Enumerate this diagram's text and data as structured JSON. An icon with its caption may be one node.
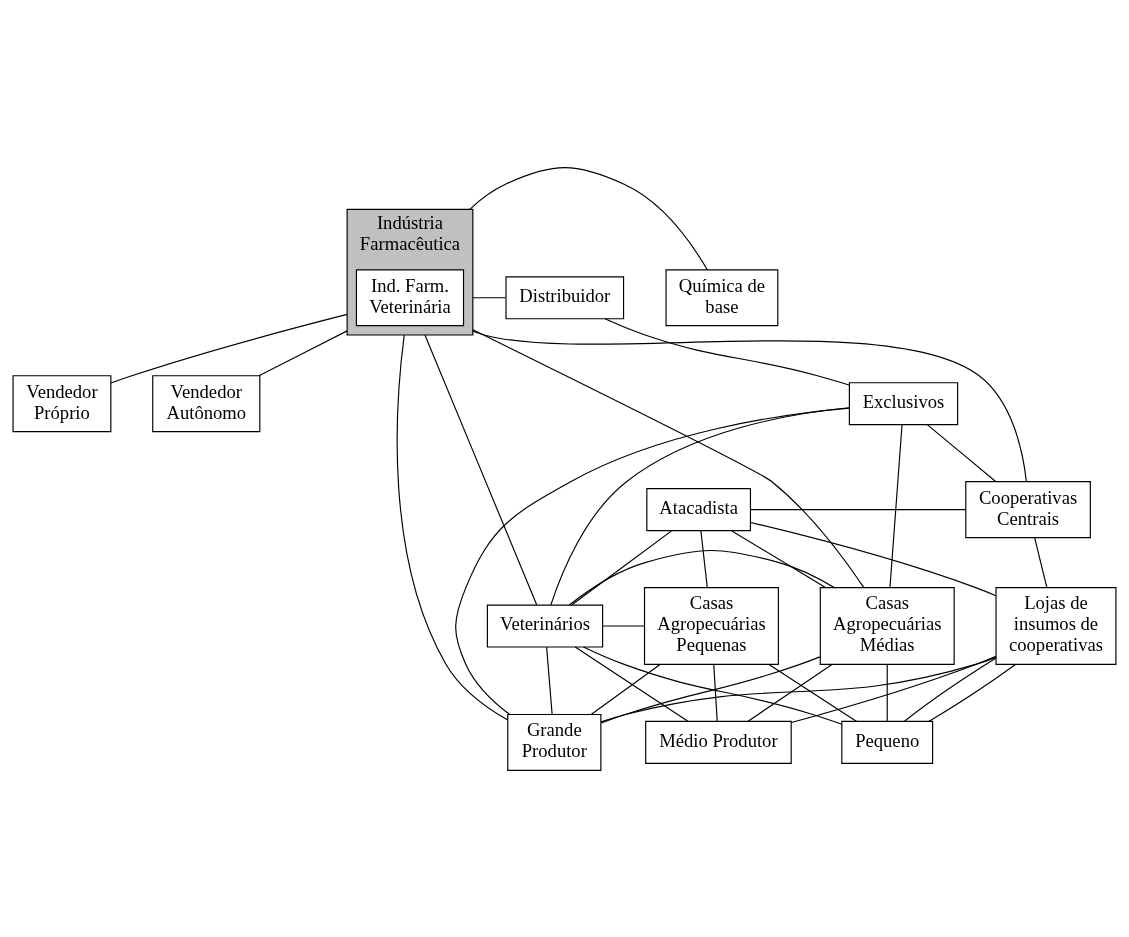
{
  "diagram": {
    "nodes": [
      {
        "text": [
          "Indústria Farmacêutica"
        ]
      },
      {
        "text": [
          "Ind. Farm. Veterinária"
        ],
        "in": 0
      },
      {
        "text": [
          "Química de base"
        ]
      },
      {
        "text": [
          "Distribuidor"
        ]
      },
      {
        "text": [
          "Exclusivos"
        ]
      },
      {
        "text": [
          "Vendedor Próprio"
        ]
      },
      {
        "text": [
          "Vendedor Autônomo"
        ]
      },
      {
        "text": [
          "Atacadista"
        ]
      },
      {
        "text": [
          "Cooperativas Centrais"
        ]
      },
      {
        "text": [
          "Veterinários"
        ]
      },
      {
        "text": [
          "Casas Agropecuárias Médias"
        ]
      },
      {
        "text": [
          "Casas Agropecuárias Pequenas"
        ]
      },
      {
        "text": [
          "Lojas de insumos de cooperativas"
        ]
      },
      {
        "text": [
          "Grande Produtor"
        ]
      },
      {
        "text": [
          "Médio Produtor"
        ]
      },
      {
        "text": [
          "Pequeno"
        ]
      }
    ],
    "edges": [
      {
        "from": 2,
        "to": 0,
        "arrow": "none"
      },
      {
        "from": 0,
        "to": 3,
        "arrow": "none"
      },
      {
        "from": 3,
        "to": 4,
        "arrow": "none"
      },
      {
        "from": 0,
        "to": 5,
        "arrow": "none"
      },
      {
        "from": 0,
        "to": 6,
        "arrow": "none"
      },
      {
        "from": 0,
        "to": 13,
        "arrow": "none"
      },
      {
        "from": 0,
        "to": 9,
        "arrow": "none"
      },
      {
        "from": 0,
        "to": 10,
        "arrow": "none"
      },
      {
        "from": 0,
        "to": 8,
        "arrow": "none"
      },
      {
        "from": 4,
        "to": 13,
        "arrow": "none"
      },
      {
        "from": 4,
        "to": 9,
        "arrow": "none"
      },
      {
        "from": 4,
        "to": 10,
        "arrow": "none"
      },
      {
        "from": 4,
        "to": 8,
        "arrow": "none"
      },
      {
        "from": 7,
        "to": 8,
        "arrow": "none"
      },
      {
        "from": 7,
        "to": 9,
        "arrow": "none"
      },
      {
        "from": 7,
        "to": 10,
        "arrow": "none"
      },
      {
        "from": 7,
        "to": 11,
        "arrow": "none"
      },
      {
        "from": 7,
        "to": 12,
        "arrow": "none"
      },
      {
        "from": 8,
        "to": 12,
        "arrow": "none"
      },
      {
        "from": 9,
        "to": 10,
        "arrow": "none"
      },
      {
        "from": 9,
        "to": 11,
        "arrow": "none"
      },
      {
        "from": 9,
        "to": 13,
        "arrow": "none"
      },
      {
        "from": 9,
        "to": 14,
        "arrow": "none"
      },
      {
        "from": 9,
        "to": 15,
        "arrow": "none"
      },
      {
        "from": 10,
        "to": 13,
        "arrow": "none"
      },
      {
        "from": 10,
        "to": 14,
        "arrow": "none"
      },
      {
        "from": 10,
        "to": 15,
        "arrow": "none"
      },
      {
        "from": 11,
        "to": 13,
        "arrow": "none"
      },
      {
        "from": 11,
        "to": 14,
        "arrow": "none"
      },
      {
        "from": 11,
        "to": 15,
        "arrow": "none"
      },
      {
        "from": 12,
        "to": 13,
        "arrow": "none"
      },
      {
        "from": 12,
        "to": 14,
        "arrow": "none"
      },
      {
        "from": 12,
        "to": 15,
        "arrow": "none"
      },
      {
        "from": 12,
        "to": 15,
        "arrow": "none"
      }
    ]
  }
}
